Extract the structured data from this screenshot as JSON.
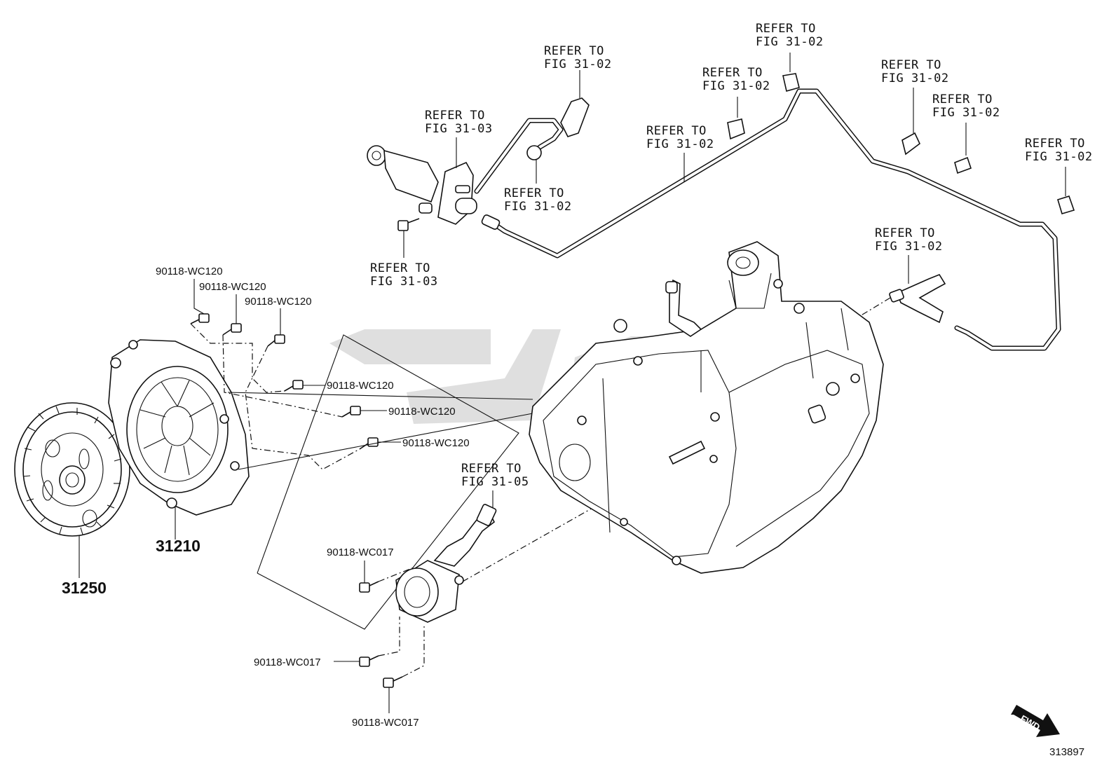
{
  "refers": [
    {
      "id": "r1",
      "line1": "REFER TO",
      "line2": "FIG 31-02"
    },
    {
      "id": "r2",
      "line1": "REFER TO",
      "line2": "FIG 31-02"
    },
    {
      "id": "r3",
      "line1": "REFER TO",
      "line2": "FIG 31-03"
    },
    {
      "id": "r4",
      "line1": "REFER TO",
      "line2": "FIG 31-02"
    },
    {
      "id": "r5",
      "line1": "REFER TO",
      "line2": "FIG 31-02"
    },
    {
      "id": "r6",
      "line1": "REFER TO",
      "line2": "FIG 31-02"
    },
    {
      "id": "r7",
      "line1": "REFER TO",
      "line2": "FIG 31-03"
    },
    {
      "id": "r8",
      "line1": "REFER TO",
      "line2": "FIG 31-02"
    },
    {
      "id": "r9",
      "line1": "REFER TO",
      "line2": "FIG 31-02"
    },
    {
      "id": "r10",
      "line1": "REFER TO",
      "line2": "FIG 31-02"
    },
    {
      "id": "r11",
      "line1": "REFER TO",
      "line2": "FIG 31-02"
    },
    {
      "id": "r12",
      "line1": "REFER TO",
      "line2": "FIG 31-05"
    }
  ],
  "bolt_labels": {
    "wc120_a": "90118-WC120",
    "wc120_b": "90118-WC120",
    "wc120_c": "90118-WC120",
    "wc120_d": "90118-WC120",
    "wc120_e": "90118-WC120",
    "wc120_f": "90118-WC120",
    "wc017_a": "90118-WC017",
    "wc017_b": "90118-WC017",
    "wc017_c": "90118-WC017"
  },
  "part_numbers": {
    "cover": "31210",
    "disc": "31250"
  },
  "fwd_label": "FWD",
  "figure_id": "313897",
  "colors": {
    "ink": "#111111",
    "background": "#ffffff",
    "watermark": "#d9d9d9"
  }
}
